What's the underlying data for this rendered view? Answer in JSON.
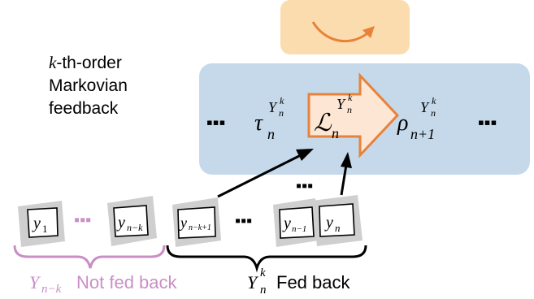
{
  "caption": {
    "line1_var": "k",
    "line1_rest": "-th-order",
    "line2": "Markovian",
    "line3": "feedback"
  },
  "ellipsis": "▪▪▪",
  "chain": {
    "tau": {
      "base": "τ",
      "sub": "n",
      "sup_base": "Y",
      "sup_sub": "n",
      "sup_sup": "k"
    },
    "L": {
      "base": "ℒ",
      "sub": "n",
      "sup_base": "Y",
      "sup_sub": "n",
      "sup_sup": "k"
    },
    "rho": {
      "base": "ρ",
      "sub": "n+1",
      "sup_base": "Y",
      "sup_sub": "n",
      "sup_sup": "k"
    }
  },
  "outcomes": {
    "y1": {
      "base": "y",
      "sub": "1"
    },
    "ynk": {
      "base": "y",
      "sub": "n−k"
    },
    "ynk1": {
      "base": "y",
      "sub": "n−k+1"
    },
    "yn1": {
      "base": "y",
      "sub": "n−1"
    },
    "yn": {
      "base": "y",
      "sub": "n"
    }
  },
  "labels": {
    "not_fed": {
      "var_base": "Y",
      "var_sub": "n−k",
      "text": "Not fed back"
    },
    "fed": {
      "var_base": "Y",
      "var_sub": "n",
      "var_sup": "k",
      "text": "Fed back"
    }
  },
  "colors": {
    "blue_panel": "#c5d9ea",
    "orange_panel": "#fbdcae",
    "orange_stroke": "#e8823a",
    "arrow_fill": "#fde6d3",
    "card_gray": "#cfcfcf",
    "pink": "#c98fc5",
    "black": "#000000"
  }
}
